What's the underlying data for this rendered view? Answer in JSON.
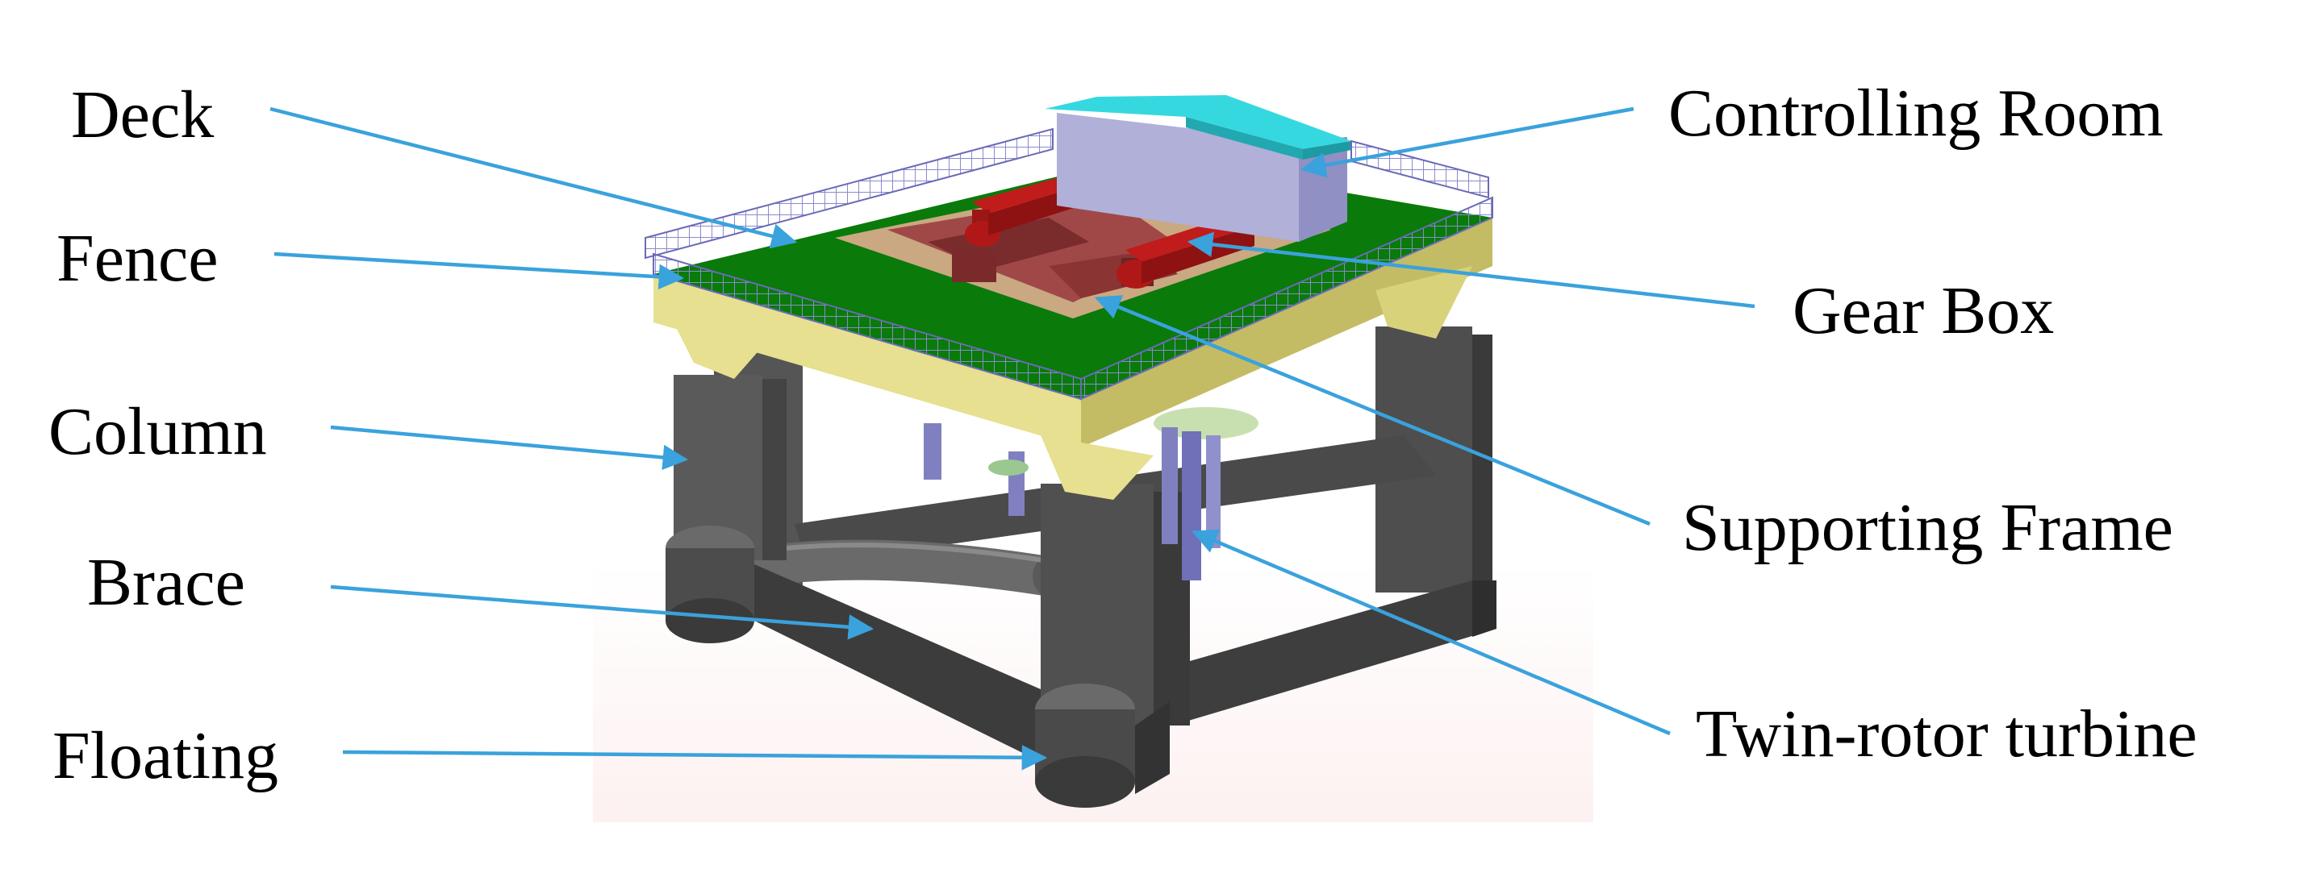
{
  "labels": {
    "deck": "Deck",
    "fence": "Fence",
    "column": "Column",
    "brace": "Brace",
    "floating": "Floating",
    "controlling_room": "Controlling Room",
    "gear_box": "Gear Box",
    "supporting_frame": "Supporting Frame",
    "twin_rotor_turbine": "Twin-rotor turbine"
  },
  "colors": {
    "leader": "#3aa2dc",
    "deck": "#0a7a0a",
    "deck_side": "#e6e090",
    "column": "#505050",
    "pontoon": "#444444",
    "gearbox": "#b01818",
    "frame": "#a04848",
    "room_wall": "#b0b0d8",
    "room_roof": "#36d8e0",
    "turbine": "#8080c0"
  }
}
